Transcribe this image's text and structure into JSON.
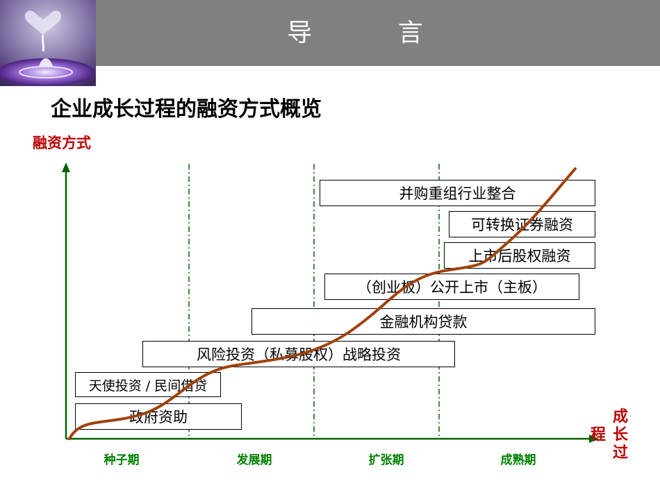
{
  "header": {
    "title": "导  言"
  },
  "subtitle": "企业成长过程的融资方式概览",
  "diagram": {
    "y_axis_label": "融资方式",
    "x_axis_label": "成长过程",
    "stages": [
      "种子期",
      "发展期",
      "扩张期",
      "成熟期"
    ],
    "financing_methods": [
      "并购重组行业整合",
      "可转换证券融资",
      "上市后股权融资",
      "（创业板）公开上市（主板）",
      "金融机构贷款",
      "风险投资（私募股权）战略投资",
      "天使投资 / 民间借贷",
      "政府资助"
    ],
    "colors": {
      "axis": "#006400",
      "curve": "#a0420c",
      "divider": "#006400",
      "label_red": "#c00000",
      "header": "#808080"
    }
  }
}
